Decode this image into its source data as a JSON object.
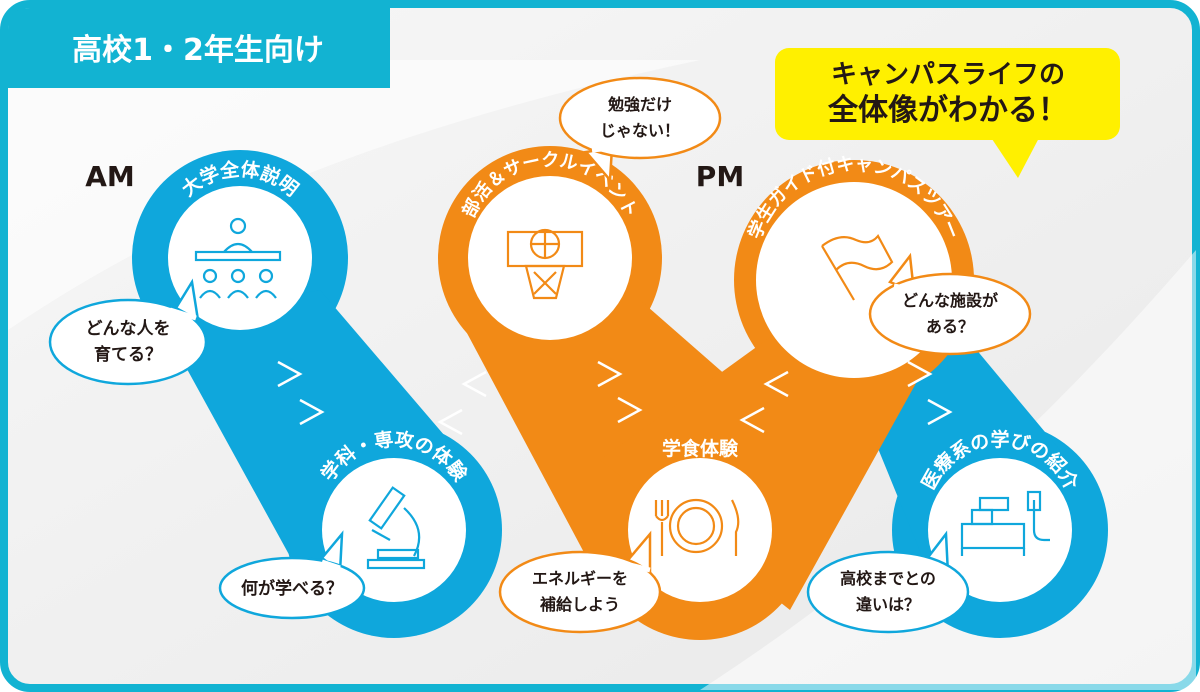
{
  "header": {
    "tag": "高校1・2年生向け"
  },
  "headline": {
    "line1": "キャンパスライフの",
    "line2": "全体像がわかる！"
  },
  "time_labels": {
    "am": "AM",
    "pm": "PM"
  },
  "stations": [
    {
      "id": "university-overview",
      "title": "大学全体説明",
      "question_line1": "どんな人を",
      "question_line2": "育てる？",
      "icon": "presentation-icon"
    },
    {
      "id": "department-experience",
      "title": "学科・専攻の体験",
      "question_line1": "何が学べる？",
      "question_line2": "",
      "icon": "microscope-icon"
    },
    {
      "id": "club-circle-event",
      "title": "部活＆サークルイベント",
      "question_line1": "勉強だけ",
      "question_line2": "じゃない！",
      "icon": "basketball-hoop-icon"
    },
    {
      "id": "cafeteria-experience",
      "title": "学食体験",
      "question_line1": "エネルギーを",
      "question_line2": "補給しよう",
      "icon": "plate-cutlery-icon"
    },
    {
      "id": "campus-tour",
      "title": "学生ガイド付キャンパスツアー",
      "question_line1": "どんな施設が",
      "question_line2": "ある？",
      "icon": "flag-icon"
    },
    {
      "id": "medical-learning",
      "title": "医療系の学びの紹介",
      "question_line1": "高校までとの",
      "question_line2": "違いは？",
      "icon": "hospital-bed-icon"
    }
  ],
  "colors": {
    "blue": "#0FA7DC",
    "orange": "#F28A16",
    "yellow": "#FFF000",
    "teal": "#12B3D2",
    "dark": "#231815"
  }
}
